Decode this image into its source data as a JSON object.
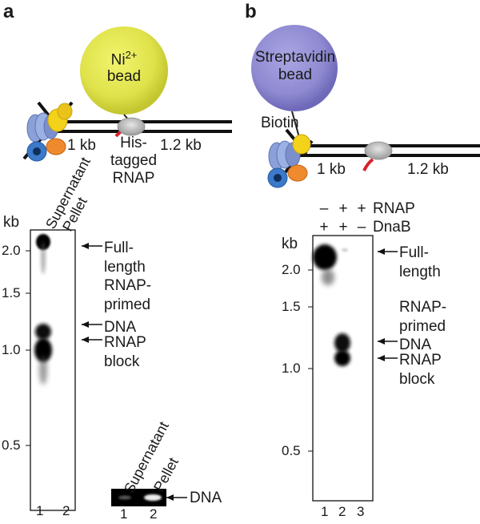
{
  "panel_a": {
    "letter": "a",
    "bead_label_base": "Ni",
    "bead_label_sup": "2+",
    "bead_label_word": "bead",
    "dna_left_label": "1 kb",
    "dna_right_label": "1.2 kb",
    "rnap_label": "His-\ntagged\nRNAP",
    "gel_unit": "kb",
    "lane_headers": [
      "Supernatant",
      "Pellet"
    ],
    "markers": [
      "2.0",
      "1.5",
      "1.0",
      "0.5"
    ],
    "annotations": [
      "Full-\nlength\nRNAP-\nprimed",
      "DNA",
      "RNAP\nblock"
    ],
    "lane_numbers": [
      "1",
      "2"
    ],
    "inset": {
      "lane_headers": [
        "Supernatant",
        "Pellet"
      ],
      "band_label": "DNA",
      "lane_numbers": [
        "1",
        "2"
      ]
    }
  },
  "panel_b": {
    "letter": "b",
    "bead_label": "Streptavidin\nbead",
    "biotin_label": "Biotin",
    "dna_left_label": "1 kb",
    "dna_right_label": "1.2 kb",
    "gel_unit": "kb",
    "rnap_row": [
      "–",
      "+",
      "+",
      "RNAP"
    ],
    "dnab_row": [
      "+",
      "+",
      "–",
      "DnaB"
    ],
    "markers": [
      "2.0",
      "1.5",
      "1.0",
      "0.5"
    ],
    "annotations": [
      "Full-\nlength",
      "RNAP-\nprimed\nDNA",
      "RNAP\nblock"
    ],
    "lane_numbers": [
      "1",
      "2",
      "3"
    ]
  },
  "colors": {
    "ni_bead": "#dfe24a",
    "streptavidin_bead": "#8f8ad1",
    "dna_strand": "#111111",
    "primer": "#d8202a",
    "rnap": "#b8b8b8",
    "helicase_blue": "#3c79c9",
    "helicase_orange": "#ef8a2e",
    "helicase_yellow": "#f3d21a",
    "helicase_lavender": "#8aa0d8"
  }
}
